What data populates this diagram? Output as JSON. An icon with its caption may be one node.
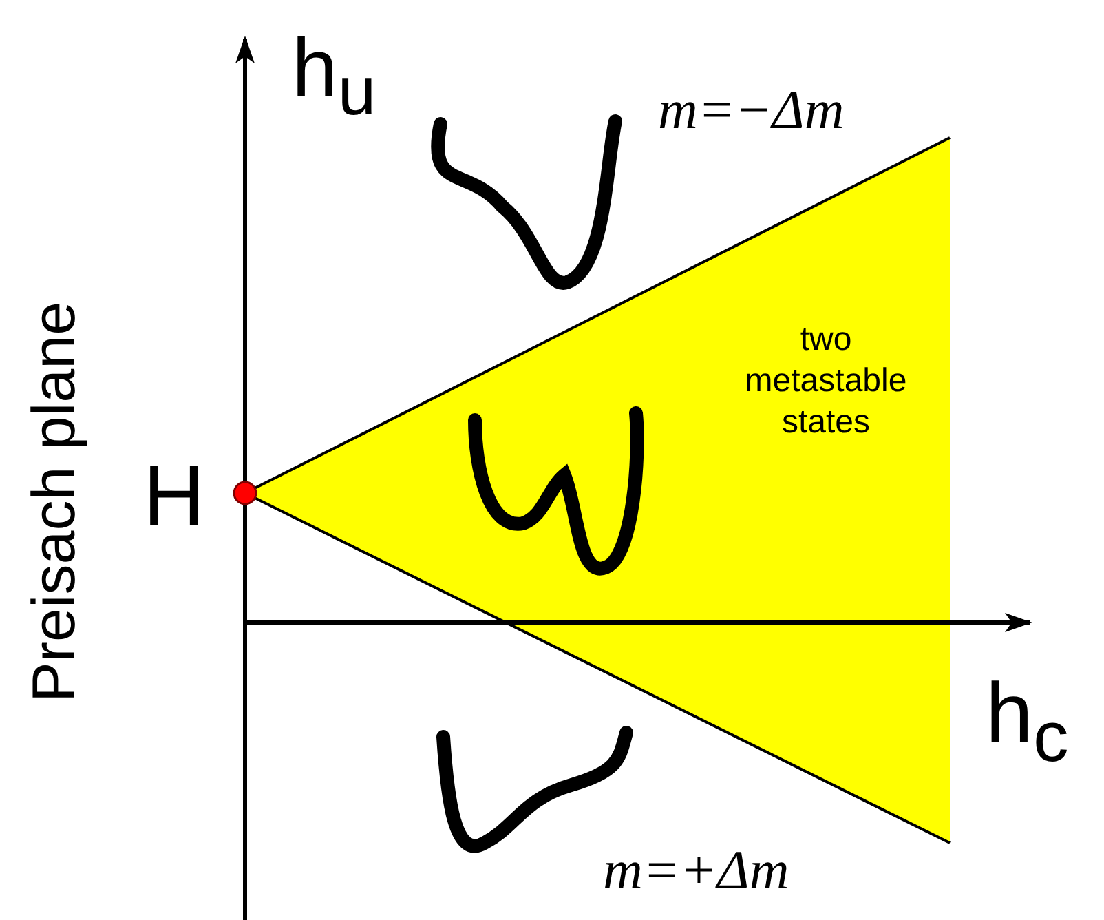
{
  "diagram": {
    "labels": [
      "h$_{u}$",
      "m=−Δm",
      "two metastable states",
      "Preisach plane",
      "H",
      "h$_{c}$",
      "m=+Δm"
    ]
  }
}
